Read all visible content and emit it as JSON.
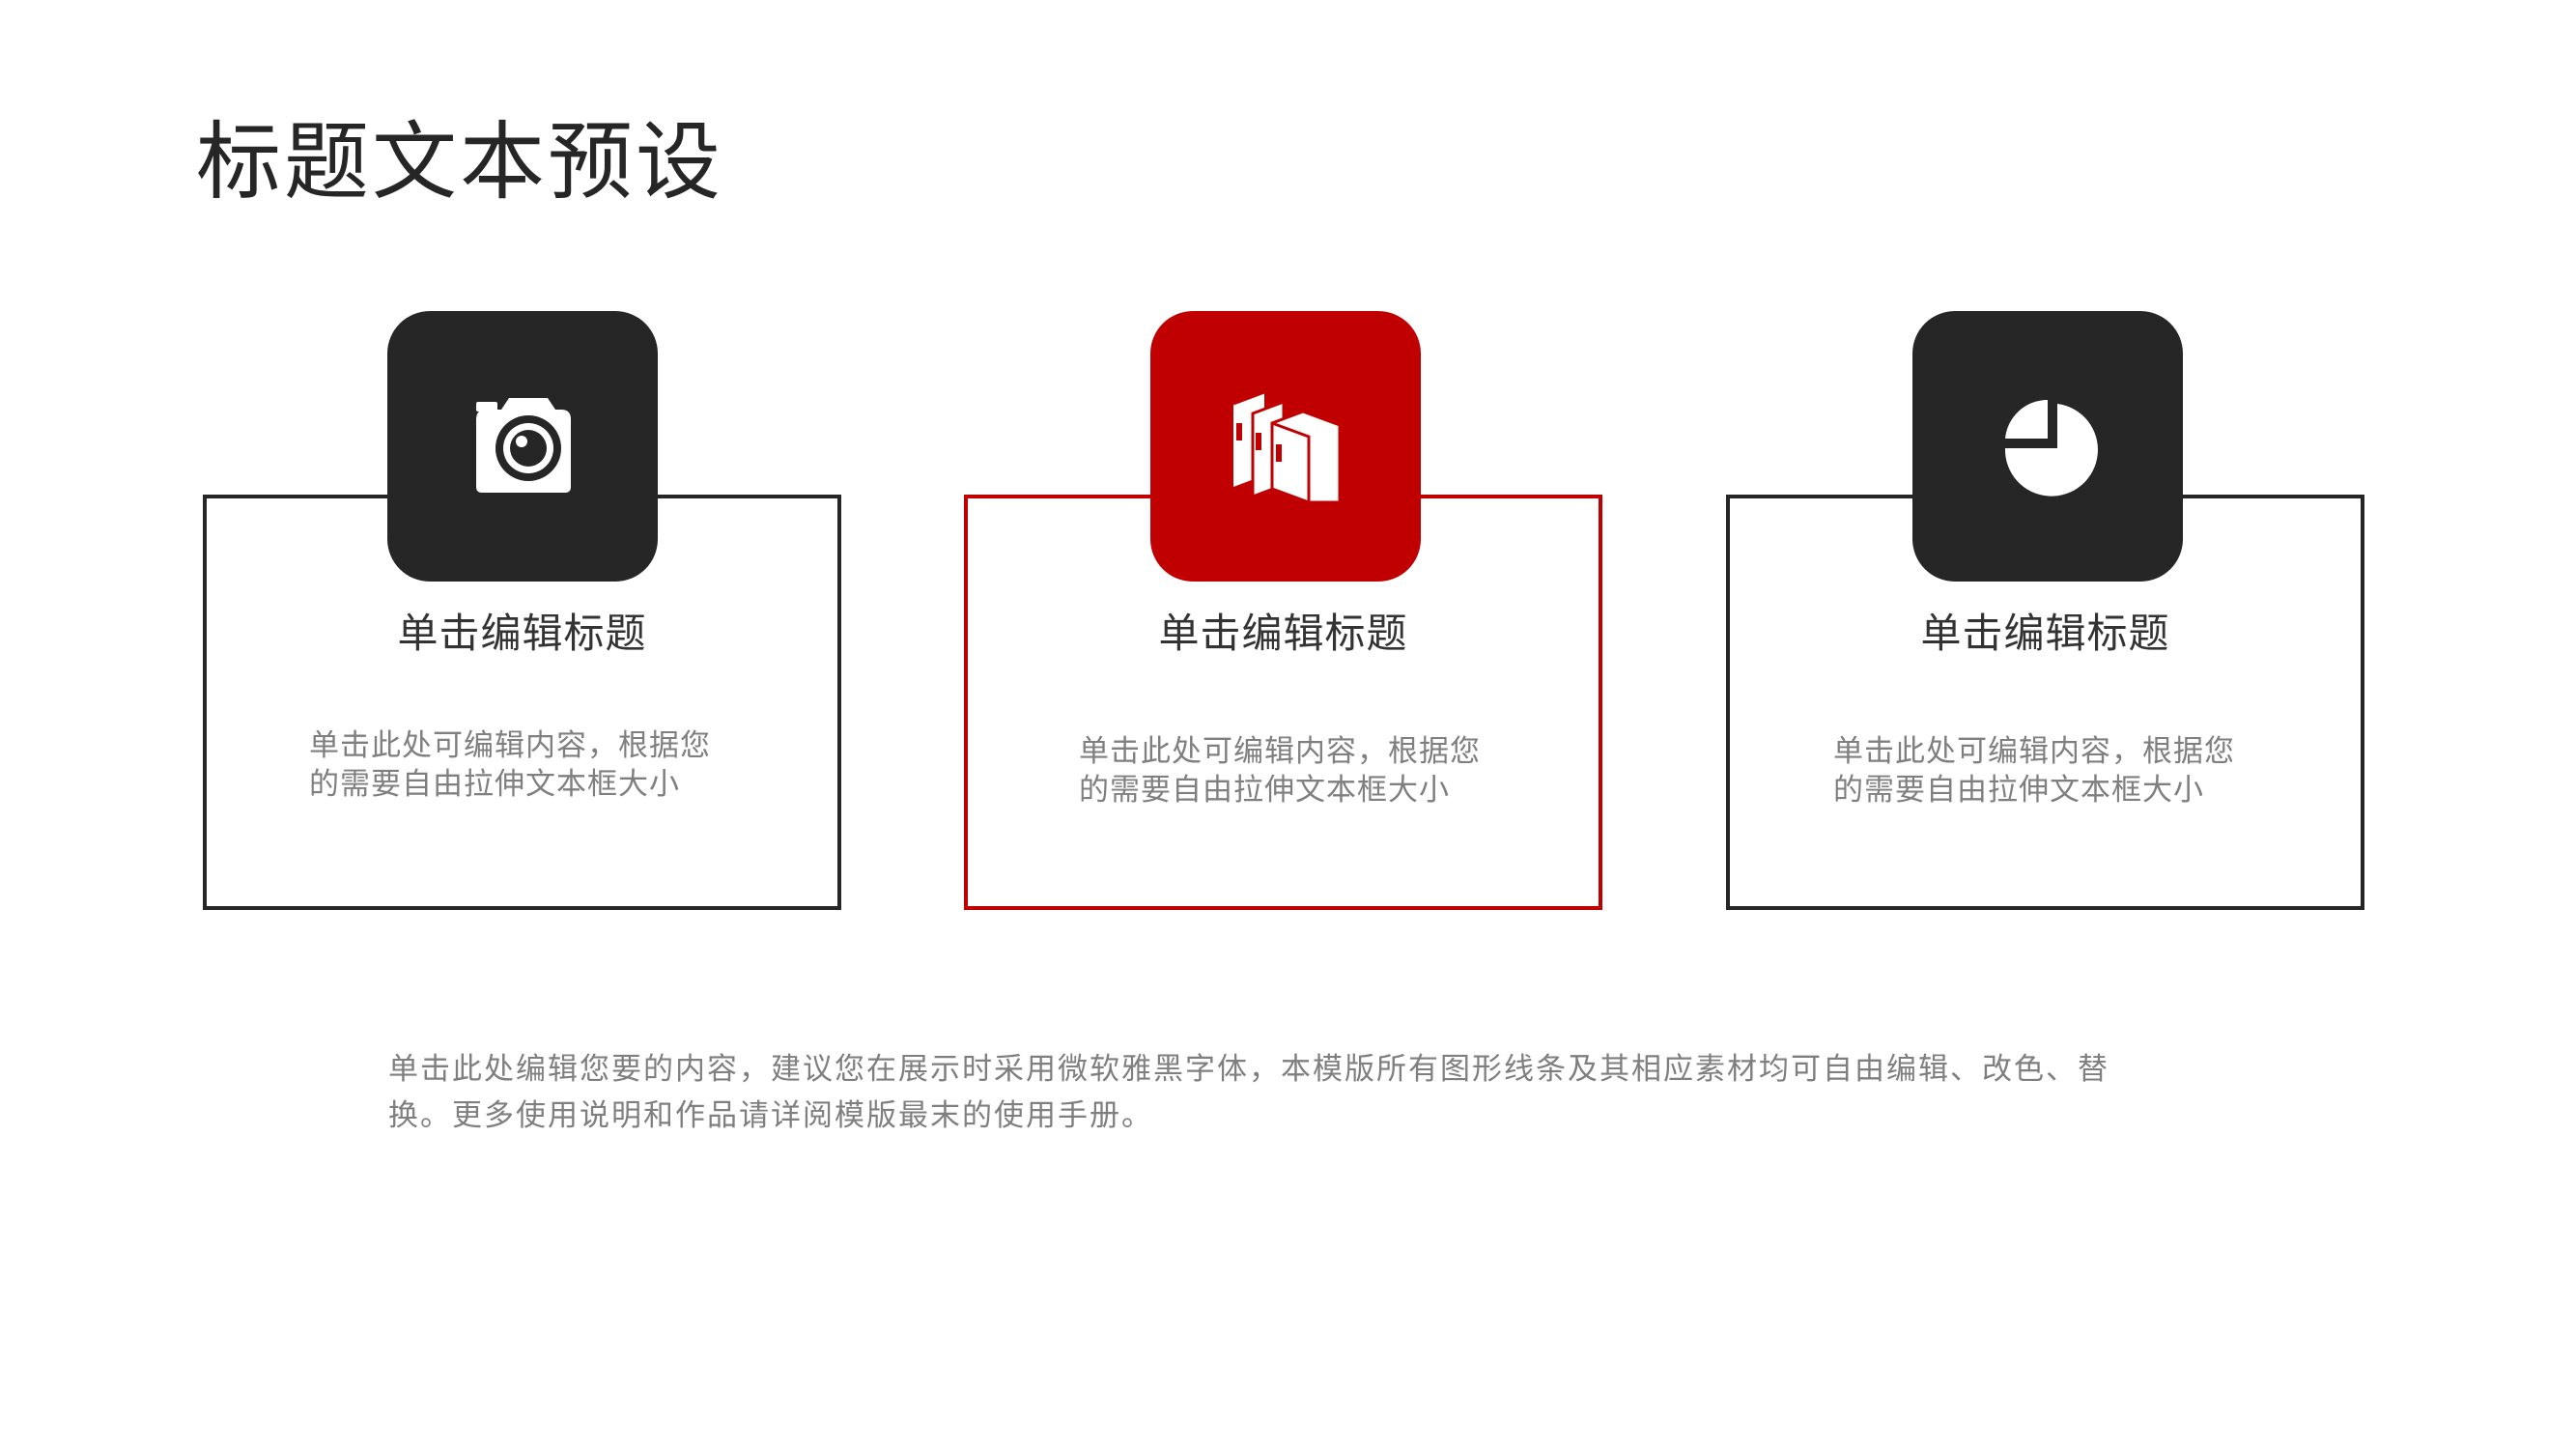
{
  "page": {
    "title": "标题文本预设"
  },
  "colors": {
    "dark": "#262626",
    "accent": "#c00000",
    "text_gray": "#7f7f7f"
  },
  "cards": [
    {
      "icon": "camera-icon",
      "title": "单击编辑标题",
      "text": "单击此处可编辑内容，根据您的需要自由拉伸文本框大小"
    },
    {
      "icon": "books-icon",
      "title": "单击编辑标题",
      "text": "单击此处可编辑内容，根据您的需要自由拉伸文本框大小"
    },
    {
      "icon": "pie-chart-icon",
      "title": "单击编辑标题",
      "text": "单击此处可编辑内容，根据您的需要自由拉伸文本框大小"
    }
  ],
  "footer": {
    "text": "单击此处编辑您要的内容，建议您在展示时采用微软雅黑字体，本模版所有图形线条及其相应素材均可自由编辑、改色、替换。更多使用说明和作品请详阅模版最末的使用手册。"
  }
}
